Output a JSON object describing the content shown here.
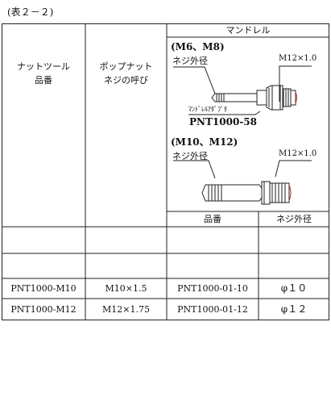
{
  "caption": "(表２－２)",
  "headers": {
    "nut_tool": [
      "ナットツール",
      "品番"
    ],
    "pop_nut": [
      "ポップナット",
      "ネジの呼び"
    ],
    "mandrel": "マンドレル",
    "part_no": "品番",
    "thread_dia": "ネジ外径"
  },
  "diagram_m6": {
    "title": "(M6、M8)",
    "thread_label": "ネジ外径",
    "size_label": "M12×1.0",
    "adapter_label": "ﾏﾝﾄﾞﾚﾙｱﾀﾞﾌﾟﾀ",
    "adapter_part": "PNT1000-58"
  },
  "diagram_m10": {
    "title": "(M10、M12)",
    "thread_label": "ネジ外径",
    "size_label": "M12×1.0"
  },
  "rows": [
    {
      "tool": "",
      "nut": "",
      "part": "",
      "dia": ""
    },
    {
      "tool": "",
      "nut": "",
      "part": "",
      "dia": ""
    },
    {
      "tool": "PNT1000-M10",
      "nut": "M10×1.5",
      "part": "PNT1000-01-10",
      "dia": "φ１０"
    },
    {
      "tool": "PNT1000-M12",
      "nut": "M12×1.75",
      "part": "PNT1000-01-12",
      "dia": "φ１２"
    }
  ]
}
